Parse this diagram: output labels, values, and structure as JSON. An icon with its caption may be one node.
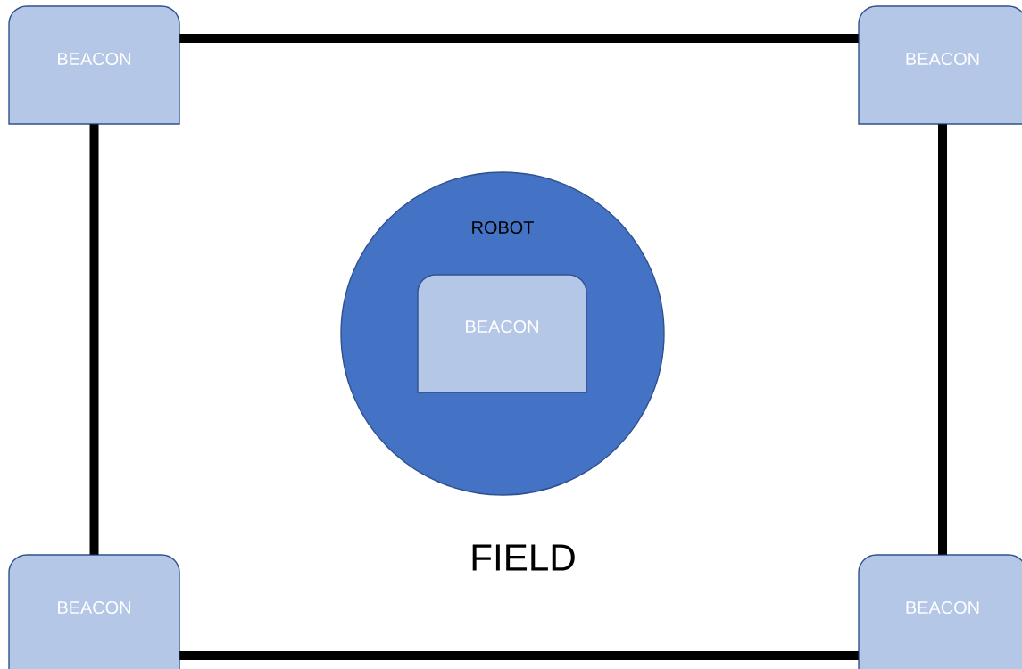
{
  "diagram": {
    "nodes": [
      {
        "text": [
          "BEACON"
        ]
      },
      {
        "text": [
          "BEACON"
        ]
      },
      {
        "text": [
          "ROBOT"
        ]
      },
      {
        "text": [
          "BEACON"
        ],
        "in": 2
      },
      {
        "text": [
          "BEACON"
        ]
      },
      {
        "text": [
          "BEACON"
        ]
      }
    ],
    "edges": [
      {
        "from": 0,
        "to": 1,
        "arrow": "none"
      },
      {
        "from": 0,
        "to": 4,
        "arrow": "none"
      },
      {
        "from": 1,
        "to": 5,
        "arrow": "none"
      },
      {
        "from": 4,
        "to": 5,
        "arrow": "none"
      }
    ],
    "labels": [
      "FIELD"
    ]
  }
}
